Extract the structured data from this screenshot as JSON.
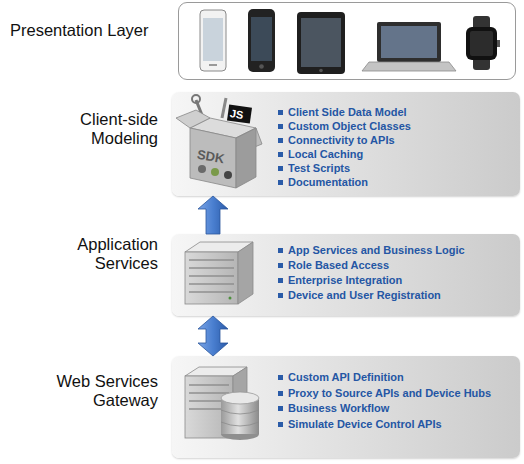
{
  "diagram": {
    "nodes": [
      {
        "text": [
          "Presentation Layer"
        ]
      },
      {
        "text": [
          "Client-side Modeling",
          "Client Side Data Model",
          "Custom Object Classes",
          "Connectivity to APIs",
          "Local Caching",
          "Test Scripts",
          "Documentation"
        ]
      },
      {
        "text": [
          "Application Services",
          "App Services and Business Logic",
          "Role Based Access",
          "Enterprise Integration",
          "Device and User Registration"
        ]
      },
      {
        "text": [
          "Web Services Gateway",
          "Custom API Definition",
          "Proxy to Source APIs and Device Hubs",
          "Business Workflow",
          "Simulate Device Control APIs"
        ]
      }
    ],
    "edges": [
      {
        "from": 2,
        "to": 1,
        "arrow": "to"
      },
      {
        "from": 2,
        "to": 3,
        "arrow": "both"
      }
    ],
    "labels": [
      "JS",
      "SDK"
    ]
  }
}
